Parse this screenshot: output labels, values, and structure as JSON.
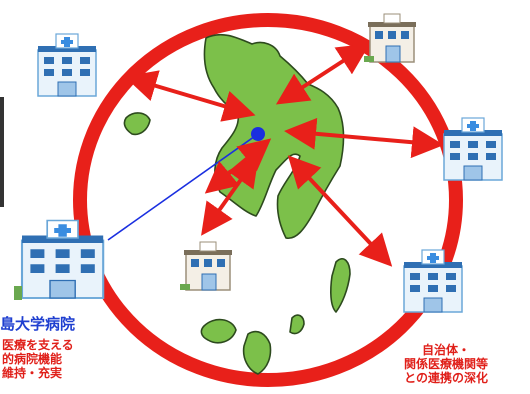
{
  "hospital": {
    "name": "島大学病院"
  },
  "left_caption": {
    "lines": [
      "医療を支える",
      "的病院機能",
      "維持・充実"
    ]
  },
  "right_caption": {
    "lines": [
      "自治体・",
      "関係医療機関等",
      "との連携の深化"
    ]
  },
  "colors": {
    "ring": "#e8201a",
    "arrow": "#e8201a",
    "land": "#7cc04a",
    "land_outline": "#2d4a1e",
    "center_dot": "#1a2fe0",
    "connector_line": "#1a2fe0"
  },
  "icons": [
    "hospital-building-icon",
    "clinic-building-icon",
    "center-dot-icon"
  ]
}
